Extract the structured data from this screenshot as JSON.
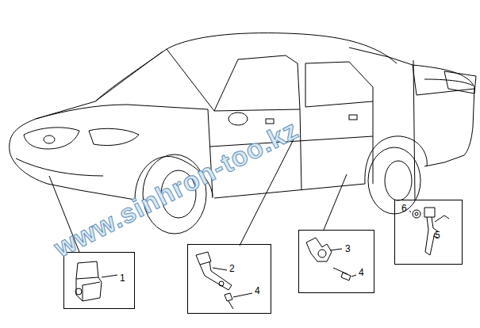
{
  "diagram": {
    "nodes": [
      {
        "text": [
          "1"
        ]
      },
      {
        "text": [
          "2",
          "4"
        ]
      },
      {
        "text": [
          "3",
          "4"
        ]
      },
      {
        "text": [
          "6",
          "5"
        ]
      }
    ],
    "labels": [
      "www.sinhron-too.kz"
    ]
  }
}
